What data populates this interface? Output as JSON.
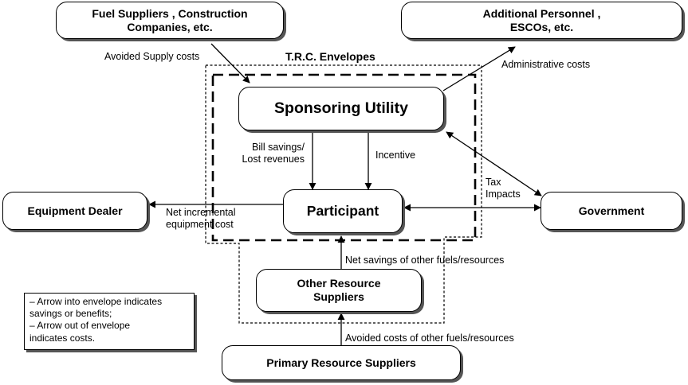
{
  "nodes": {
    "fuel_suppliers": "Fuel Suppliers , Construction Companies, etc.",
    "additional_personnel": "Additional Personnel , ESCOs, etc.",
    "sponsoring_utility": "Sponsoring Utility",
    "participant": "Participant",
    "equipment_dealer": "Equipment Dealer",
    "government": "Government",
    "other_resource_suppliers": "Other Resource Suppliers",
    "primary_resource_suppliers": "Primary Resource Suppliers"
  },
  "envelope_title": "T.R.C. Envelopes",
  "edge_labels": {
    "avoided_supply_costs": "Avoided Supply costs",
    "administrative_costs": "Administrative costs",
    "bill_savings": "Bill savings/ Lost revenues",
    "incentive": "Incentive",
    "tax_impacts": "Tax Impacts",
    "net_incremental_cost": "Net incremental equipment cost",
    "net_savings_other": "Net savings of other fuels/resources",
    "avoided_costs_other": "Avoided costs of other fuels/resources"
  },
  "legend": {
    "item1": "– Arrow into envelope indicates savings or benefits;",
    "item2": "– Arrow out of envelope indicates costs."
  }
}
